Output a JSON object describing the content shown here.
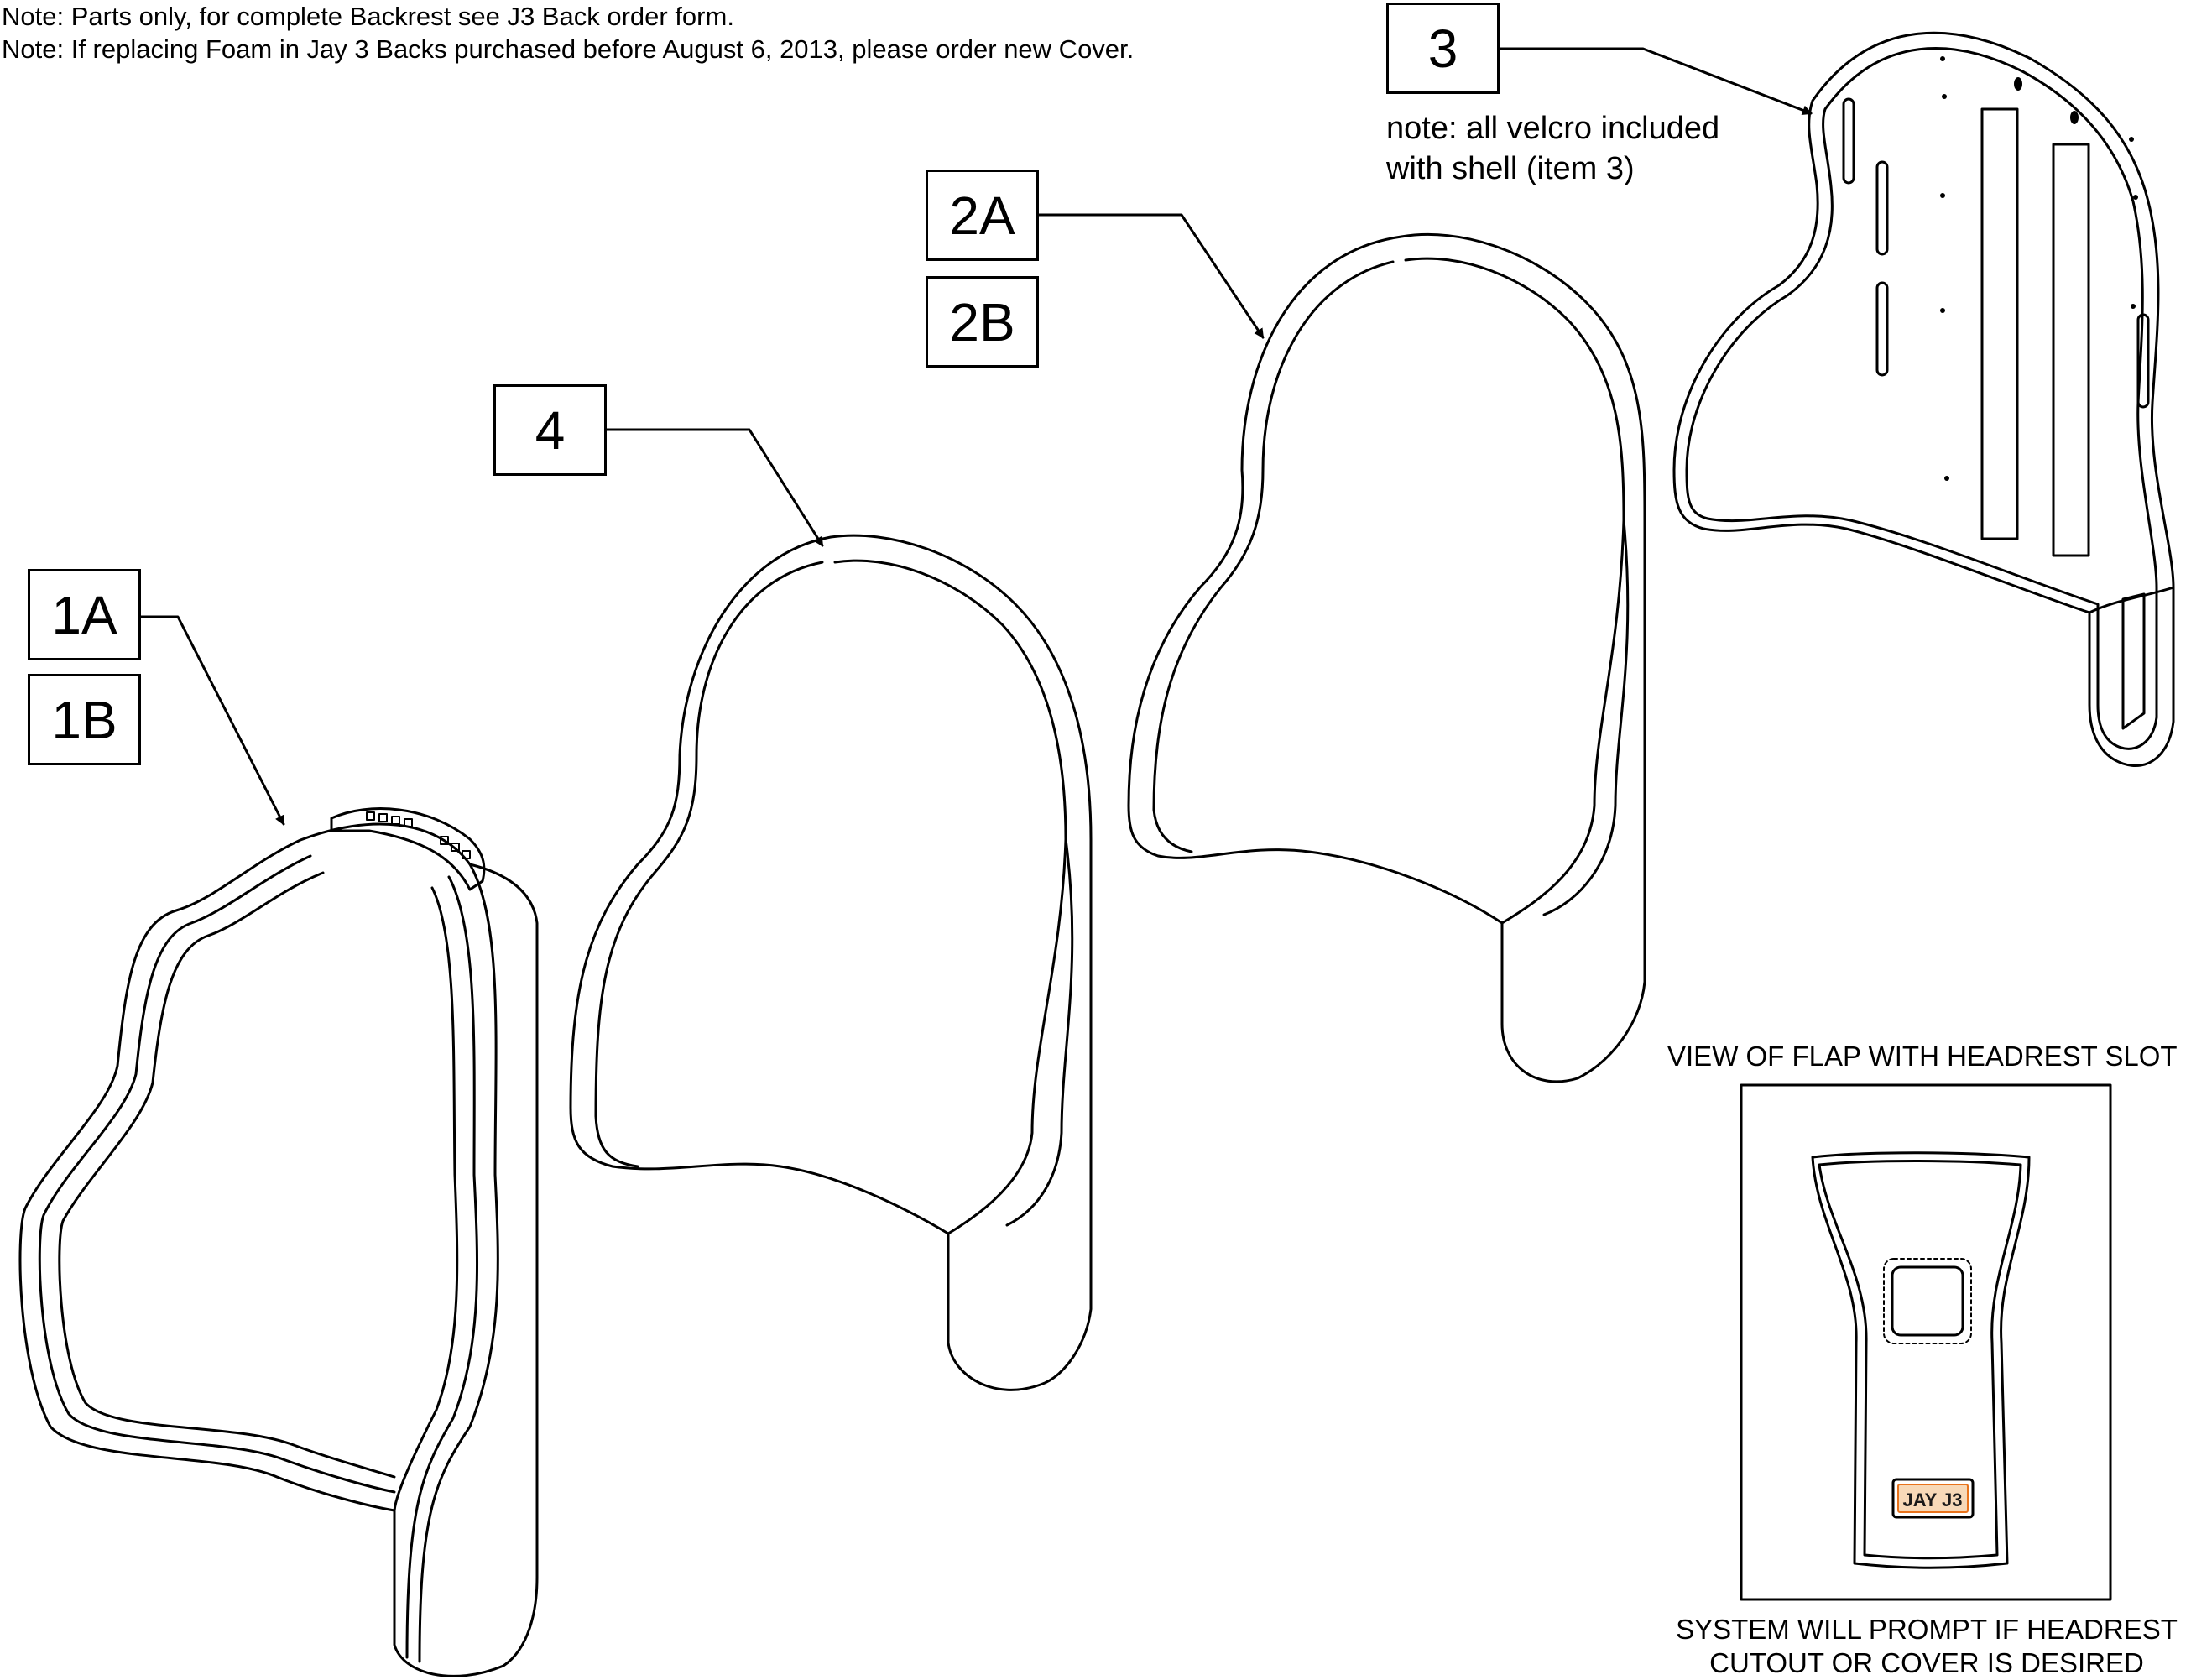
{
  "notes": [
    "Note: Parts only, for complete Backrest see J3 Back order form.",
    "Note: If replacing Foam in Jay 3 Backs purchased before August 6, 2013, please order new Cover."
  ],
  "callouts": {
    "item_1a": "1A",
    "item_1b": "1B",
    "item_2a": "2A",
    "item_2b": "2B",
    "item_3": "3",
    "item_4": "4"
  },
  "shell_note": {
    "line1": "note: all velcro included",
    "line2": "with shell (item 3)"
  },
  "flap_view": {
    "title": "VIEW OF FLAP WITH HEADREST SLOT",
    "caption_line1": "SYSTEM WILL PROMPT IF HEADREST",
    "caption_line2": "CUTOUT OR COVER IS DESIRED"
  },
  "logo": {
    "text": "JAY J3",
    "colors": {
      "primary": "#e8731c",
      "secondary": "#1a1a1a"
    }
  }
}
